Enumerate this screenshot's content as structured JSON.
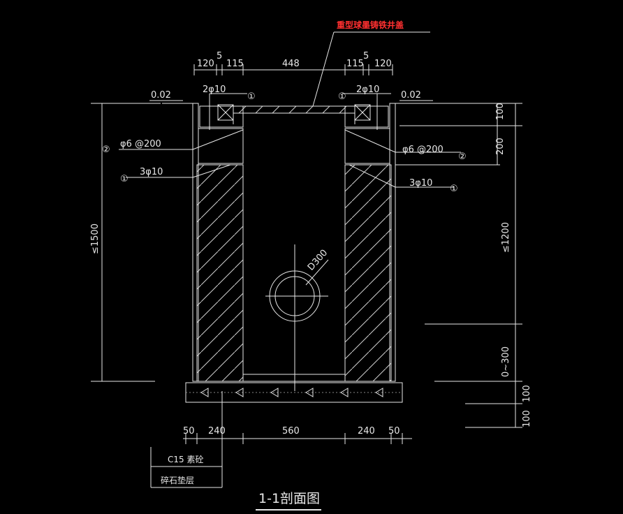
{
  "cover_label": "重型球墨铸铁井盖",
  "title": "1-1剖面图",
  "top_dims": [
    "120",
    "5",
    "115",
    "448",
    "115",
    "5",
    "120"
  ],
  "bottom_dims": [
    "50",
    "240",
    "560",
    "240",
    "50"
  ],
  "right_dims": [
    "100",
    "200",
    "≤1200",
    "0~300",
    "100",
    "100"
  ],
  "left_dim": "≤1500",
  "elev_left": "0.02",
  "elev_right": "0.02",
  "pipe_label": "D300",
  "rebar": {
    "top_left": "2φ10",
    "top_right": "2φ10",
    "stirrup_left": "φ6 @200",
    "stirrup_right": "φ6 @200",
    "bottom_left": "3φ10",
    "bottom_right": "3φ10",
    "mark_1": "①",
    "mark_2": "②"
  },
  "materials": {
    "concrete": "C15 素砼",
    "gravel": "碎石垫层"
  },
  "colors": {
    "line": "#e8e8e8",
    "accent": "#ff3030"
  }
}
